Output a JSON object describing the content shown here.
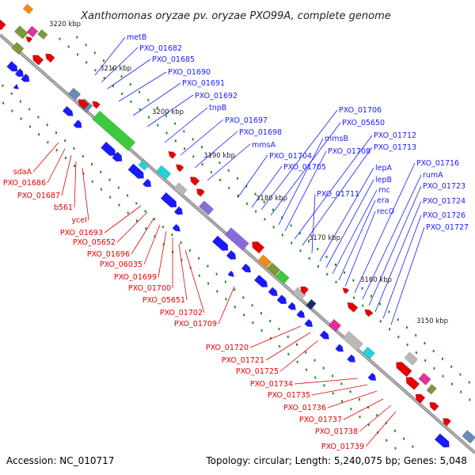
{
  "title": "Xanthomonas oryzae pv. oryzae PXO99A, complete genome",
  "footer": {
    "accession": "Accession: NC_010717",
    "summary": "Topology: circular; Length: 5,240,075 bp; Genes: 5,048"
  },
  "scale_labels": [
    "3220 kbp",
    "3210 kbp",
    "3200 kbp",
    "3190 kbp",
    "3180 kbp",
    "3170 kbp",
    "3160 kbp",
    "3150 kbp"
  ],
  "colors": {
    "forward_gene": "#1a1aff",
    "reverse_gene": "#e60000",
    "backbone": "#8c8c8c",
    "tick": "#1f8f1f",
    "category_green": "#3cc93c",
    "category_cyan": "#22d3d3",
    "category_olive": "#7a9a3a",
    "category_purple": "#8a6ad8",
    "category_orange": "#f08a1a",
    "category_magenta": "#e0309a",
    "category_gray": "#b8b8b8"
  },
  "forward_labels": [
    "metB",
    "PXO_01682",
    "PXO_01685",
    "PXO_01690",
    "PXO_01691",
    "PXO_01692",
    "tnpB",
    "PXO_01697",
    "PXO_01698",
    "mmsA",
    "PXO_01704",
    "PXO_01705",
    "PXO_01706",
    "PXO_05650",
    "mmsB",
    "PXO_01708",
    "PXO_01712",
    "PXO_01713",
    "PXO_01711",
    "lepA",
    "lepB",
    "rnc",
    "era",
    "recO",
    "PXO_01716",
    "rumA",
    "PXO_01723",
    "PXO_01724",
    "PXO_01726",
    "PXO_01727"
  ],
  "reverse_labels": [
    "sdaA",
    "PXO_01686",
    "PXO_01687",
    "b561",
    "yceI",
    "PXO_01693",
    "PXO_05652",
    "PXO_01696",
    "PXO_06035",
    "PXO_01699",
    "PXO_01700",
    "PXO_05651",
    "PXO_01702",
    "PXO_01709",
    "PXO_01720",
    "PXO_01721",
    "PXO_01725",
    "PXO_01734",
    "PXO_01735",
    "PXO_01736",
    "PXO_01737",
    "PXO_01738",
    "PXO_01739"
  ]
}
